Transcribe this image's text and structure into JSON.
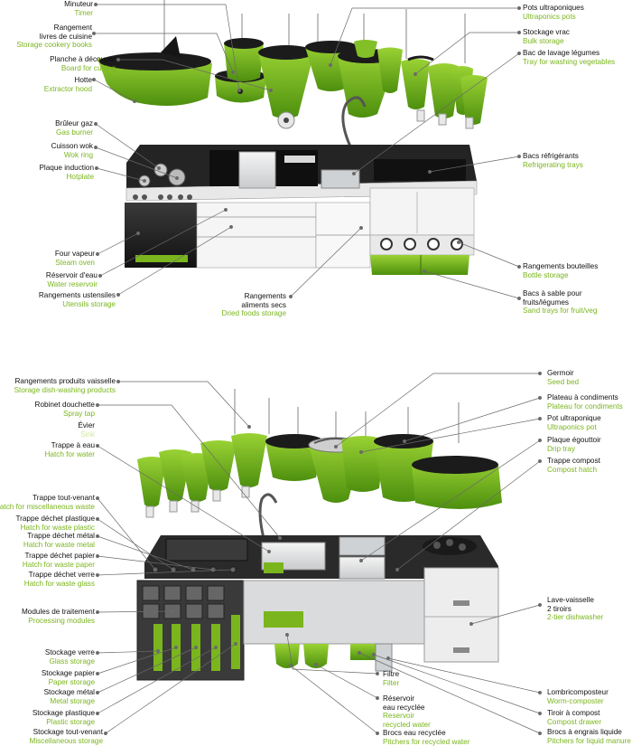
{
  "colors": {
    "green": "#7ab51d",
    "dark_green": "#4e8a10",
    "leader": "#6a6a6a",
    "steel": "#cfd2d4",
    "black": "#1a1a1a"
  },
  "top_module": {
    "left_labels": [
      {
        "fr": "Minuteur",
        "en": "Timer"
      },
      {
        "fr": "Rangement\nlivres de cuisine",
        "en": "Storage cookery books"
      },
      {
        "fr": "Planche à découper",
        "en": "Board for cutting"
      },
      {
        "fr": "Hotte",
        "en": "Extractor hood"
      },
      {
        "fr": "Brûleur gaz",
        "en": "Gas burner"
      },
      {
        "fr": "Cuisson wok",
        "en": "Wok ring"
      },
      {
        "fr": "Plaque induction",
        "en": "Hotplate"
      },
      {
        "fr": "Four vapeur",
        "en": "Steam oven"
      },
      {
        "fr": "Réservoir d'eau",
        "en": "Water reservoir"
      },
      {
        "fr": "Rangements ustensiles",
        "en": "Utensils storage"
      }
    ],
    "bottom_label": {
      "fr": "Rangements\naliments secs",
      "en": "Dried foods storage"
    },
    "right_labels": [
      {
        "fr": "Pots ultraponiques",
        "en": "Ultraponics pots"
      },
      {
        "fr": "Stockage vrac",
        "en": "Bulk storage"
      },
      {
        "fr": "Bac de lavage légumes",
        "en": "Tray for washing vegetables"
      },
      {
        "fr": "Bacs réfrigérants",
        "en": "Refrigerating trays"
      },
      {
        "fr": "Rangements bouteilles",
        "en": "Bottle storage"
      },
      {
        "fr": "Bacs à sable pour\nfruits/légumes",
        "en": "Sand trays for fruit/veg"
      }
    ]
  },
  "bottom_module": {
    "left_labels": [
      {
        "fr": "Rangements produits vaisselle",
        "en": "Storage dish-washing products"
      },
      {
        "fr": "Robinet douchette",
        "en": "Spray tap"
      },
      {
        "fr": "Évier",
        "en": "Sink"
      },
      {
        "fr": "Trappe à eau",
        "en": "Hatch for water"
      },
      {
        "fr": "Trappe tout-venant",
        "en": "Hatch for miscellaneous waste"
      },
      {
        "fr": "Trappe déchet plastique",
        "en": "Hatch for waste plastic"
      },
      {
        "fr": "Trappe déchet métal",
        "en": "Hatch for waste metal"
      },
      {
        "fr": "Trappe déchet papier",
        "en": "Hatch for waste paper"
      },
      {
        "fr": "Trappe déchet verre",
        "en": "Hatch for waste glass"
      },
      {
        "fr": "Modules de traitement",
        "en": "Processing modules"
      },
      {
        "fr": "Stockage verre",
        "en": "Glass storage"
      },
      {
        "fr": "Stockage papier",
        "en": "Paper storage"
      },
      {
        "fr": "Stockage métal",
        "en": "Metal storage"
      },
      {
        "fr": "Stockage plastique",
        "en": "Plastic storage"
      },
      {
        "fr": "Stockage tout-venant",
        "en": "Miscellaneous storage"
      }
    ],
    "center_labels": [
      {
        "fr": "Filtre",
        "en": "Filter"
      },
      {
        "fr": "Réservoir\neau recyclée",
        "en": "Reservoir\nrecycled water"
      },
      {
        "fr": "Brocs eau recyclée",
        "en": "Pitchers for recycled water"
      }
    ],
    "right_labels": [
      {
        "fr": "Germoir",
        "en": "Seed bed"
      },
      {
        "fr": "Plateau à condiments",
        "en": "Plateau for condiments"
      },
      {
        "fr": "Pot ultraponique",
        "en": "Ultraponics pot"
      },
      {
        "fr": "Plaque égouttoir",
        "en": "Drip tray"
      },
      {
        "fr": "Trappe compost",
        "en": "Compost hatch"
      },
      {
        "fr": "Lave-vaisselle\n2 tiroirs",
        "en": "2-tier dishwasher"
      },
      {
        "fr": "Lombricomposteur",
        "en": "Worm-composter"
      },
      {
        "fr": "Tiroir à compost",
        "en": "Compost drawer"
      },
      {
        "fr": "Brocs à engrais liquide",
        "en": "Pitchers for liquid manure"
      }
    ]
  }
}
